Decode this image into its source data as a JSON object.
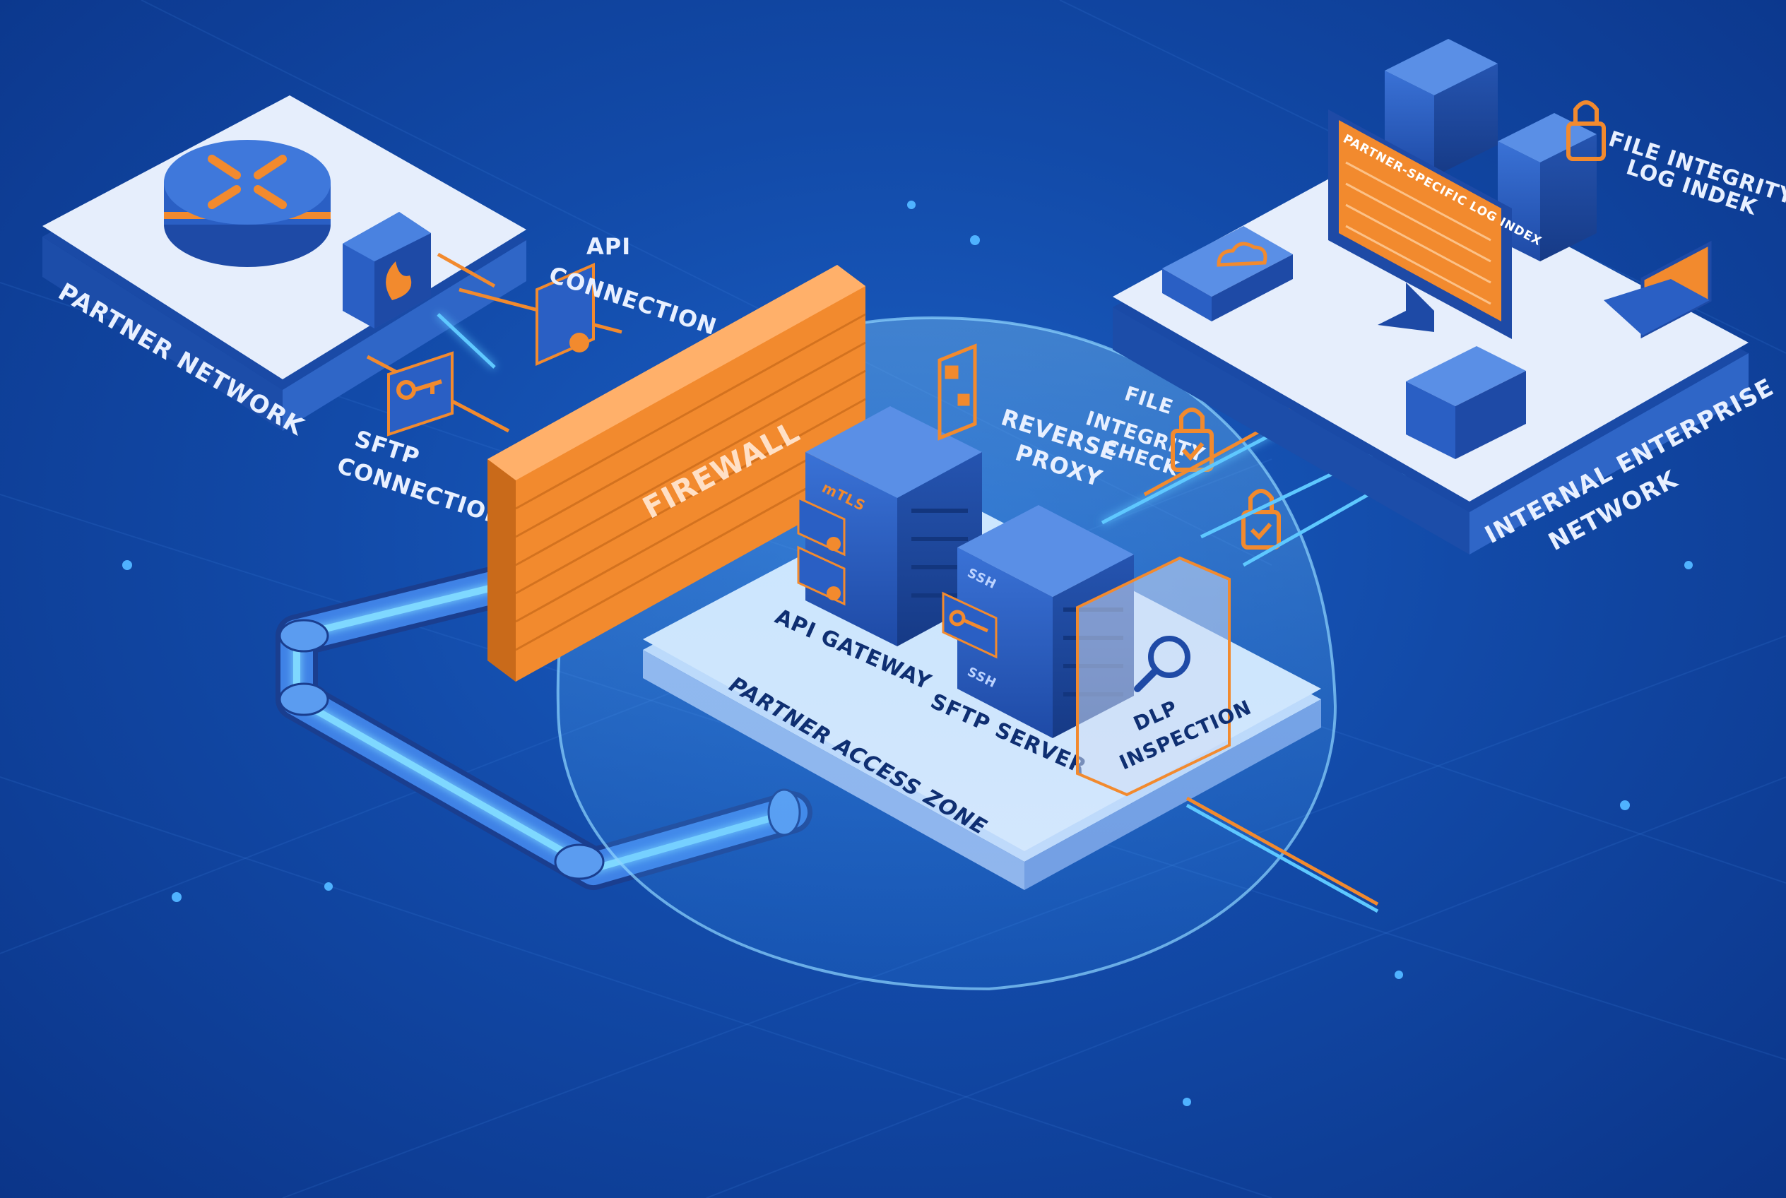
{
  "labels": {
    "partner_network": "PARTNER NETWORK",
    "api_connection_line1": "API",
    "api_connection_line2": "CONNECTION",
    "sftp_connection_line1": "SFTP",
    "sftp_connection_line2": "CONNECTION",
    "firewall": "FIREWALL",
    "reverse_proxy_line1": "REVERSE",
    "reverse_proxy_line2": "PROXY",
    "file_integrity_check_line1": "FILE",
    "file_integrity_check_line2": "INTEGRITY",
    "file_integrity_check_line3": "CHECK",
    "api_gateway": "API GATEWAY",
    "sftp_server": "SFTP SERVER",
    "dlp_inspection_line1": "DLP",
    "dlp_inspection_line2": "INSPECTION",
    "partner_access_zone": "PARTNER ACCESS ZONE",
    "partner_log_index": "PARTNER-SPECIFIC LOG INDEX",
    "file_integrity_log_line1": "FILE INTEGRITY",
    "file_integrity_log_line2": "LOG INDEK",
    "internal_network_line1": "INTERNAL ENTERPRISE",
    "internal_network_line2": "NETWORK",
    "mtls_badge": "mTLS",
    "ssh_badge_1": "SSH",
    "ssh_badge_2": "SSH"
  },
  "colors": {
    "background": "#124aa8",
    "platform": "#e6eefc",
    "accent_orange": "#f28a2e",
    "server_blue": "#2a5fc4",
    "pipe_glow": "#5ec8ff"
  },
  "icons": [
    "router-icon",
    "firewall-icon",
    "certificate-icon",
    "key-icon",
    "lock-icon",
    "cloud-icon",
    "magnifier-icon",
    "monitor-icon",
    "laptop-icon",
    "qr-icon"
  ]
}
